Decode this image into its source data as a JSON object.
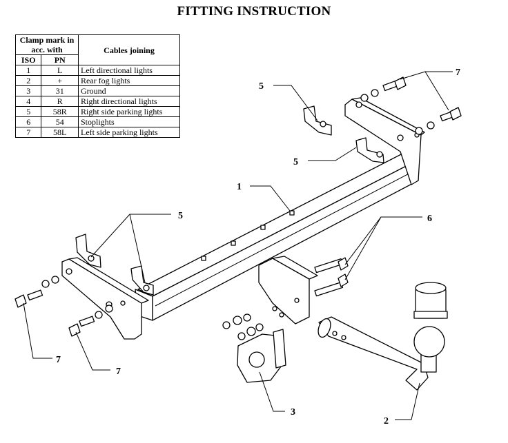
{
  "title": "FITTING INSTRUCTION",
  "table": {
    "header_clamp": "Clamp mark in acc. with",
    "header_cables": "Cables joining",
    "header_iso": "ISO",
    "header_pn": "PN",
    "rows": [
      {
        "iso": "1",
        "pn": "L",
        "cable": "Left directional lights"
      },
      {
        "iso": "2",
        "pn": "+",
        "cable": "Rear fog lights"
      },
      {
        "iso": "3",
        "pn": "31",
        "cable": "Ground"
      },
      {
        "iso": "4",
        "pn": "R",
        "cable": "Right directional lights"
      },
      {
        "iso": "5",
        "pn": "58R",
        "cable": "Right side parking lights"
      },
      {
        "iso": "6",
        "pn": "54",
        "cable": "Stoplights"
      },
      {
        "iso": "7",
        "pn": "58L",
        "cable": "Left side parking lights"
      }
    ]
  },
  "callouts": {
    "main_beam": "1",
    "ball_bar": "2",
    "socket_plate": "3",
    "bracket": "5",
    "bolt_set": "6",
    "mount_bolt": "7"
  }
}
